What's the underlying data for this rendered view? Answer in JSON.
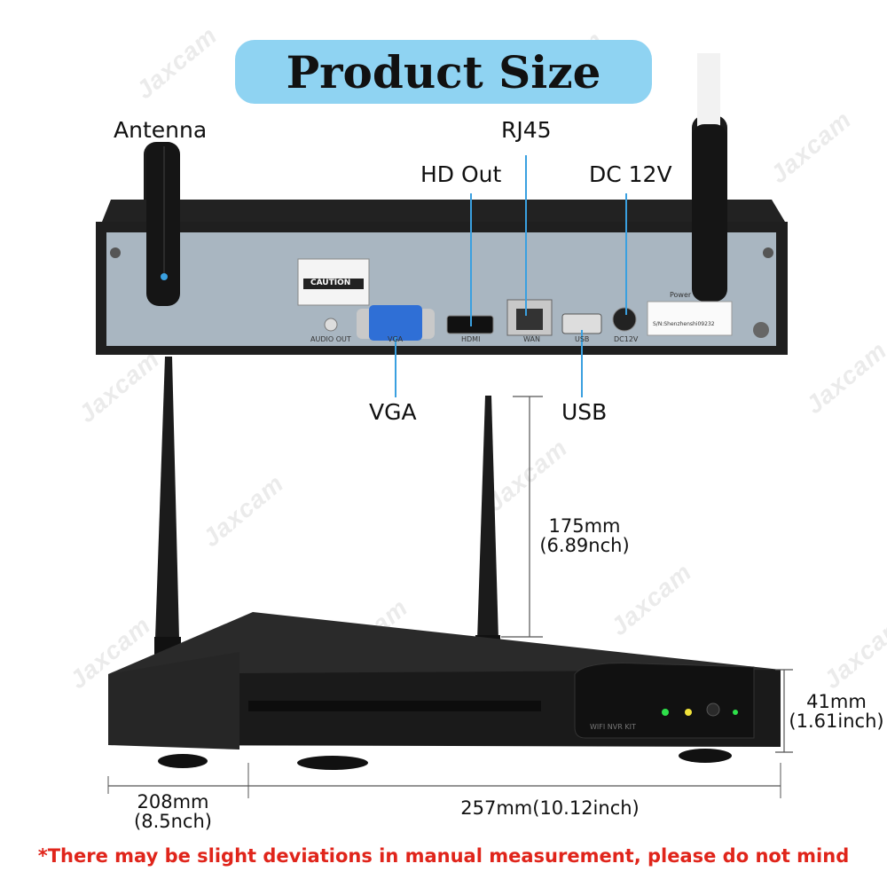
{
  "title": "Product Size",
  "watermark": "Jaxcam",
  "rear_panel": {
    "caution": "CAUTION",
    "audio_out": "AUDIO OUT",
    "vga_port": "VGA",
    "hdmi_port": "HDMI",
    "wan_port": "WAN",
    "usb_port": "USB",
    "dc_port": "DC12V",
    "power": "Power",
    "serial": "S/N:Shenzhenshi09232"
  },
  "callouts": {
    "antenna": "Antenna",
    "rj45": "RJ45",
    "hd_out": "HD Out",
    "dc12v": "DC 12V",
    "vga": "VGA",
    "usb": "USB"
  },
  "dimensions": {
    "height_antenna_mm": "175mm",
    "height_antenna_in": "(6.89nch)",
    "body_height_mm": "41mm",
    "body_height_in": "(1.61inch)",
    "depth_mm": "208mm",
    "depth_in": "(8.5nch)",
    "width": "257mm(10.12inch)"
  },
  "front_panel_text": "WIFI NVR KIT",
  "note": "*There may be slight deviations in manual measurement, please do not mind",
  "colors": {
    "title_bg": "#8fd3f2",
    "note": "#e0251b",
    "panel": "#a9b6c1",
    "chassis": "#1c1c1c"
  }
}
